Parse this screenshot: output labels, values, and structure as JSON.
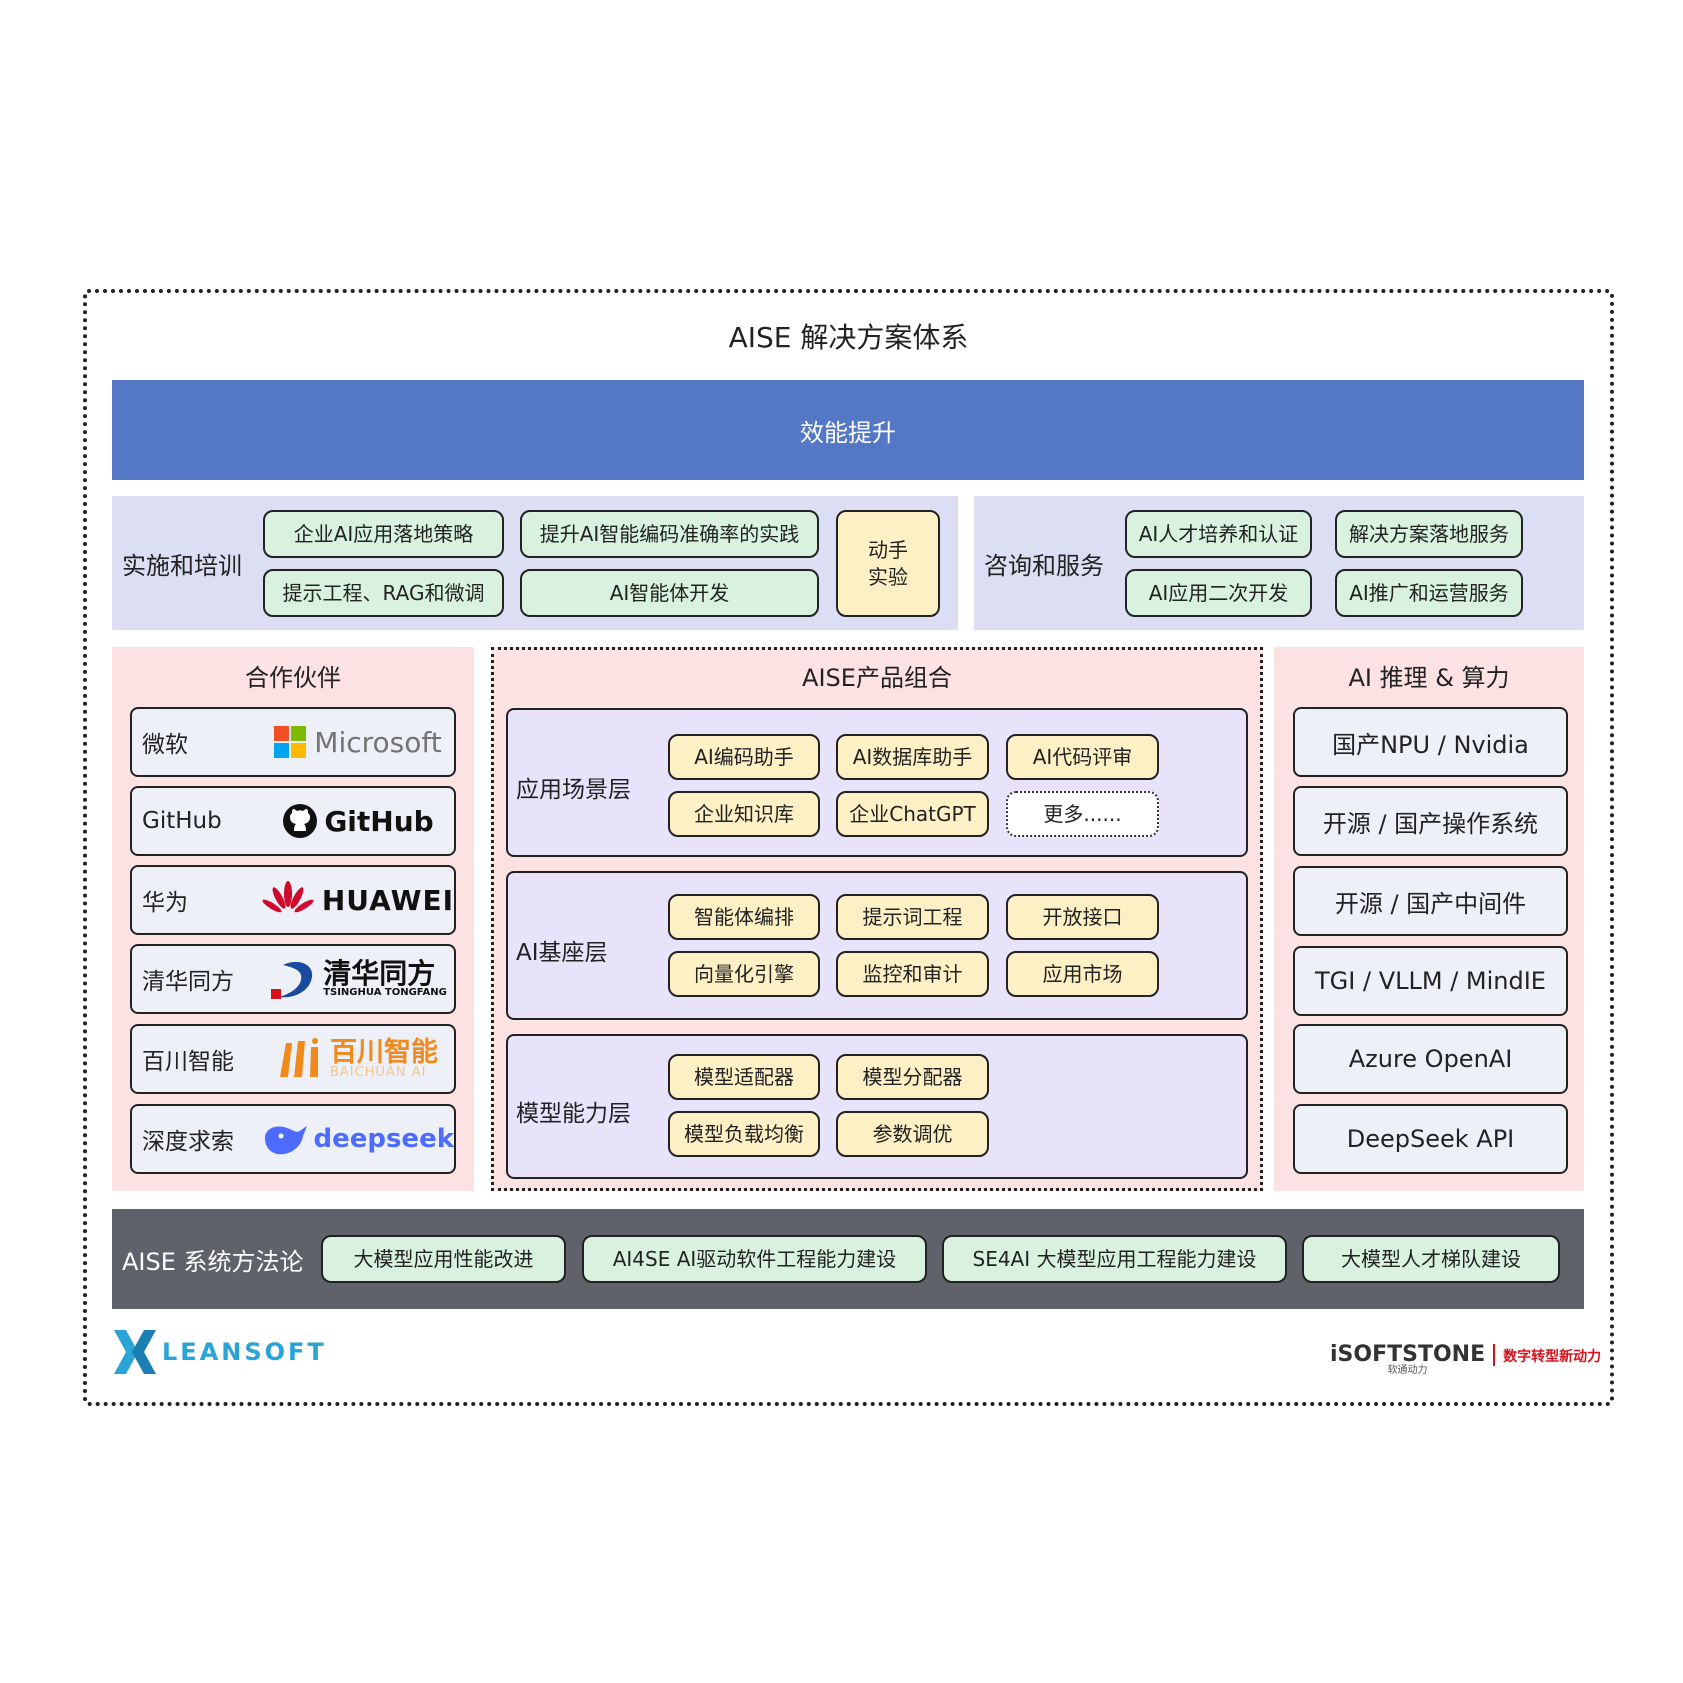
{
  "title": "AISE 解决方案体系",
  "banner": "效能提升",
  "implementation": {
    "label": "实施和培训",
    "items": [
      "企业AI应用落地策略",
      "提升AI智能编码准确率的实践",
      "提示工程、RAG和微调",
      "AI智能体开发"
    ],
    "hands_on": [
      "动手",
      "实验"
    ]
  },
  "consulting": {
    "label": "咨询和服务",
    "items": [
      "AI人才培养和认证",
      "解决方案落地服务",
      "AI应用二次开发",
      "AI推广和运营服务"
    ]
  },
  "partners": {
    "title": "合作伙伴",
    "items": [
      {
        "name": "微软",
        "logo": "Microsoft"
      },
      {
        "name": "GitHub",
        "logo": "GitHub"
      },
      {
        "name": "华为",
        "logo": "HUAWEI"
      },
      {
        "name": "清华同方",
        "logo": "清华同方",
        "logo_sub": "TSINGHUA TONGFANG"
      },
      {
        "name": "百川智能",
        "logo": "百川智能",
        "logo_sub": "BAICHUAN AI"
      },
      {
        "name": "深度求索",
        "logo": "deepseek"
      }
    ]
  },
  "products": {
    "title": "AISE产品组合",
    "layers": [
      {
        "name": "应用场景层",
        "items": [
          "AI编码助手",
          "AI数据库助手",
          "AI代码评审",
          "企业知识库",
          "企业ChatGPT",
          "更多......"
        ]
      },
      {
        "name": "AI基座层",
        "items": [
          "智能体编排",
          "提示词工程",
          "开放接口",
          "向量化引擎",
          "监控和审计",
          "应用市场"
        ]
      },
      {
        "name": "模型能力层",
        "items": [
          "模型适配器",
          "模型分配器",
          "模型负载均衡",
          "参数调优"
        ]
      }
    ]
  },
  "compute": {
    "title": "AI 推理 & 算力",
    "items": [
      "国产NPU / Nvidia",
      "开源 / 国产操作系统",
      "开源 / 国产中间件",
      "TGI / VLLM / MindIE",
      "Azure OpenAI",
      "DeepSeek API"
    ]
  },
  "methodology": {
    "label": "AISE 系统方法论",
    "items": [
      "大模型应用性能改进",
      "AI4SE AI驱动软件工程能力建设",
      "SE4AI 大模型应用工程能力建设",
      "大模型人才梯队建设"
    ]
  },
  "footer": {
    "left_logo": "LEANSOFT",
    "right_logo": "iSOFTSTONE",
    "right_logo_sub": "软通动力",
    "right_slogan": "数字转型新动力"
  },
  "colors": {
    "banner": "#5478c6",
    "blue_panel": "#dcdff3",
    "pink_panel": "#fde2e4",
    "layer": "#e8e2fb",
    "green_pill": "#d8f2df",
    "yellow_pill": "#fdf0c5",
    "methodology_bar": "#5f6268"
  }
}
